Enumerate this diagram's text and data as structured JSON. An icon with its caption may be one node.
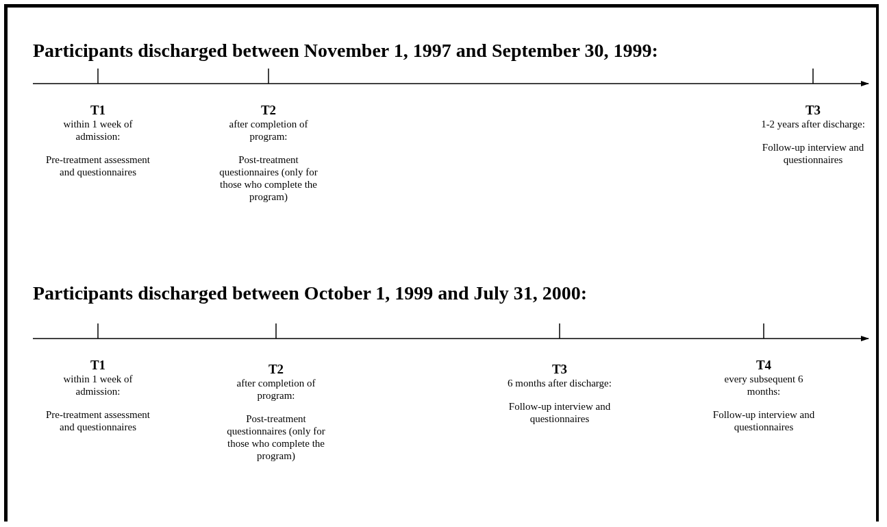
{
  "diagram": {
    "nodes": [
      {
        "text": [
          "T1",
          "within 1 week of admission:",
          "Pre-treatment assessment and questionnaires"
        ]
      },
      {
        "text": [
          "T2",
          "after completion of program:",
          "Post-treatment questionnaires (only for those who complete the program)"
        ]
      },
      {
        "text": [
          "T3",
          "1-2 years after discharge:",
          "Follow-up interview and questionnaires"
        ]
      },
      {
        "text": [
          "T1",
          "within 1 week of admission:",
          "Pre-treatment assessment and questionnaires"
        ]
      },
      {
        "text": [
          "T2",
          "after completion of program:",
          "Post-treatment questionnaires (only for those who complete the program)"
        ]
      },
      {
        "text": [
          "T3",
          "6 months after discharge:",
          "Follow-up interview and questionnaires"
        ]
      },
      {
        "text": [
          "T4",
          "every subsequent 6 months:",
          "Follow-up interview and questionnaires"
        ]
      }
    ],
    "labels": [
      "Participants discharged between November 1, 1997 and September 30, 1999:",
      "Participants discharged between October 1, 1999 and July 31, 2000:"
    ]
  }
}
